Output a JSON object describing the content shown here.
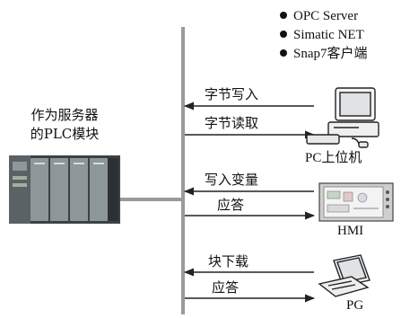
{
  "server_features": [
    "OPC Server",
    "Simatic NET",
    "Snap7客户端"
  ],
  "plc_title": [
    "作为服务器",
    "的PLC模块"
  ],
  "links": [
    {
      "device": "PC上位机",
      "messages": [
        "字节写入",
        "字节读取"
      ]
    },
    {
      "device": "HMI",
      "messages": [
        "写入变量",
        "应答"
      ]
    },
    {
      "device": "PG",
      "messages": [
        "块下载",
        "应答"
      ]
    }
  ]
}
